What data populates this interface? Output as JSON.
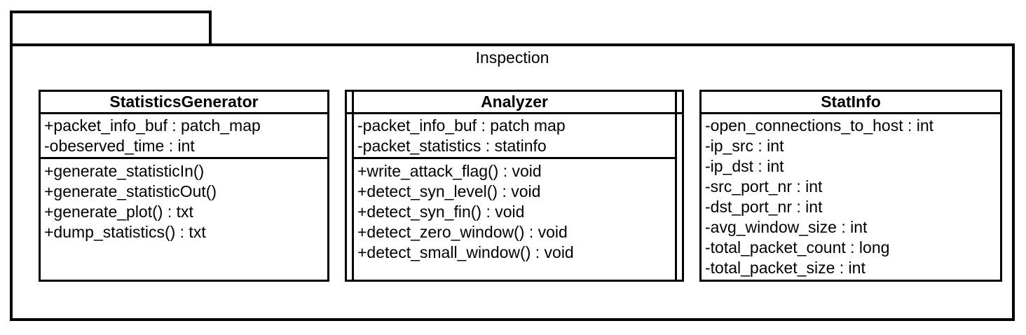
{
  "package": {
    "title": "Inspection"
  },
  "classes": [
    {
      "name": "StatisticsGenerator",
      "active": false,
      "attributes": [
        "+packet_info_buf : patch_map",
        "-obeserved_time : int"
      ],
      "methods": [
        "+generate_statisticIn()",
        "+generate_statisticOut()",
        "+generate_plot() : txt",
        "+dump_statistics() : txt"
      ]
    },
    {
      "name": "Analyzer",
      "active": true,
      "attributes": [
        "-packet_info_buf : patch map",
        "-packet_statistics : statinfo"
      ],
      "methods": [
        "+write_attack_flag() : void",
        "+detect_syn_level() : void",
        "+detect_syn_fin() : void",
        "+detect_zero_window() : void",
        "+detect_small_window() : void"
      ]
    },
    {
      "name": "StatInfo",
      "active": false,
      "attributes": [
        "-open_connections_to_host : int",
        "-ip_src : int",
        "-ip_dst : int",
        "-src_port_nr : int",
        "-dst_port_nr : int",
        "-avg_window_size : int",
        "-total_packet_count : long",
        "-total_packet_size : int"
      ],
      "methods": []
    }
  ],
  "colors": {
    "line": "#000000",
    "background": "#ffffff"
  }
}
